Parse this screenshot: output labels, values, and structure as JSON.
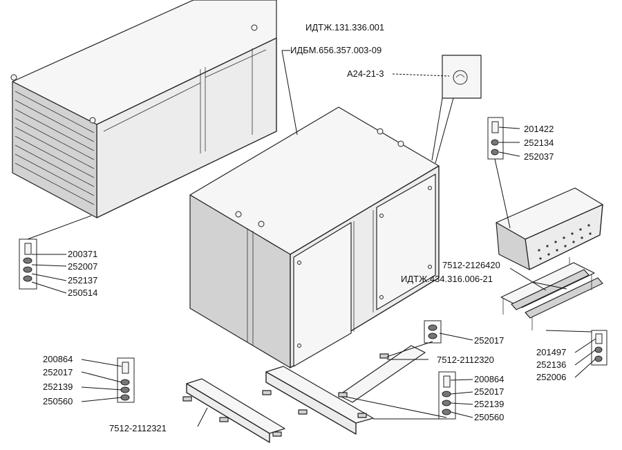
{
  "labels": {
    "frame_assembly": "ИДТЖ.131.336.001",
    "box_assembly": "ИДБМ.656.357.003-09",
    "lamp": "А24-21-3",
    "cover": "7512-2126420",
    "heater": "ИДТЖ.434.316.006-21",
    "bracket_right": "7512-2112320",
    "bracket_left": "7512-2112321"
  },
  "fastener_groups": {
    "left_top": [
      "200371",
      "252007",
      "252137",
      "250514"
    ],
    "cover_top": [
      "201422",
      "252134",
      "252037"
    ],
    "heater_right": [
      "201497",
      "252136",
      "252006"
    ],
    "bracket_single": [
      "252017"
    ],
    "left_bottom": [
      "200864",
      "252017",
      "252139",
      "250560"
    ],
    "center_bottom": [
      "200864",
      "252017",
      "252139",
      "250560"
    ]
  }
}
